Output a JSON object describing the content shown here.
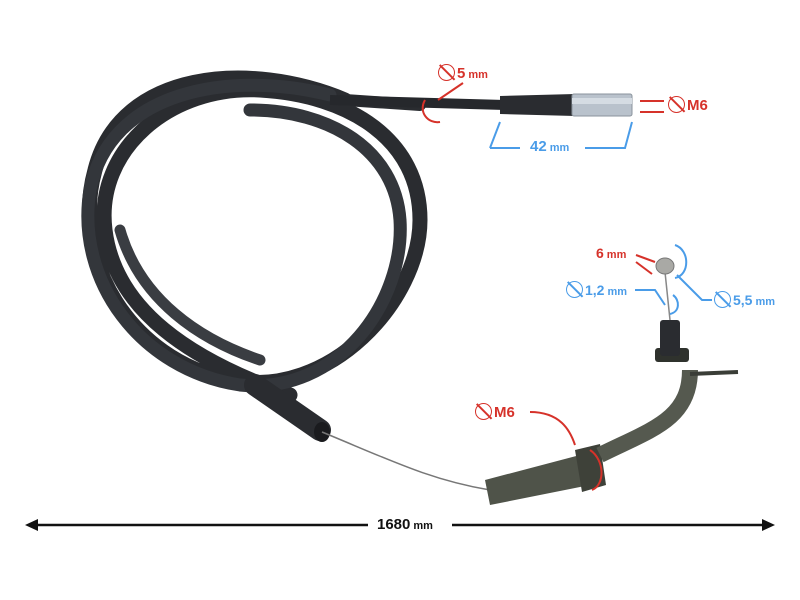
{
  "diagram": {
    "subject": "Throttle cable with dimension annotations",
    "colors": {
      "red_annotation": "#d6322a",
      "blue_annotation": "#4a9ce8",
      "cable": "#2a2c30",
      "fitting_metal": "#5b5e52"
    },
    "labels": {
      "outer_diameter": {
        "symbol": "diameter",
        "value": "5",
        "unit": "mm"
      },
      "thread_top": {
        "symbol": "diameter",
        "value": "M6",
        "unit": ""
      },
      "ferrule_length": {
        "value": "42",
        "unit": "mm"
      },
      "nipple_length": {
        "value": "6",
        "unit": "mm"
      },
      "inner_wire": {
        "symbol": "diameter",
        "value": "1,2",
        "unit": "mm"
      },
      "nipple_diameter": {
        "symbol": "diameter",
        "value": "5,5",
        "unit": "mm"
      },
      "thread_bottom": {
        "symbol": "diameter",
        "value": "M6",
        "unit": ""
      },
      "total_length": {
        "value": "1680",
        "unit": "mm"
      }
    }
  }
}
